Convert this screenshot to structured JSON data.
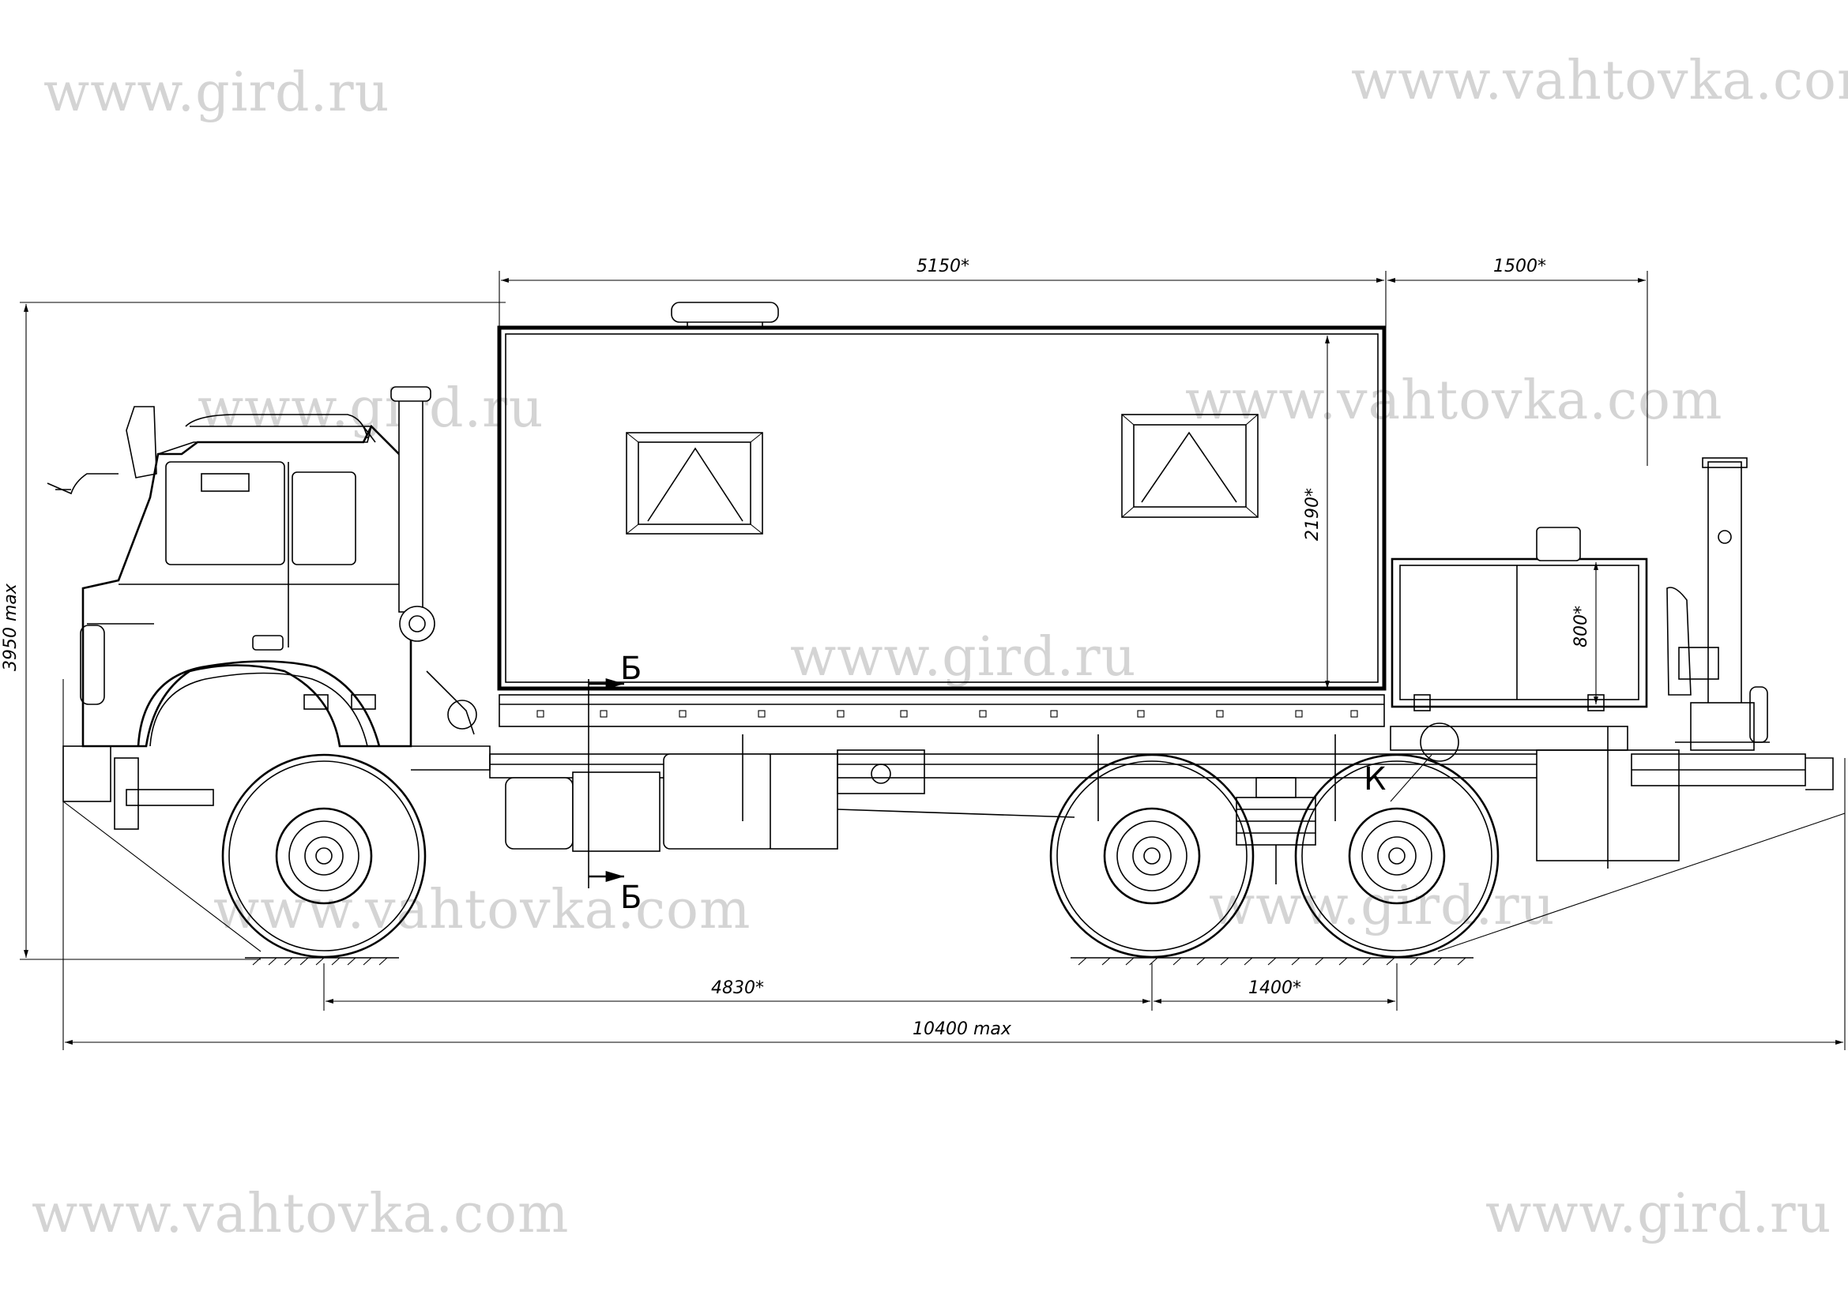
{
  "watermarks": [
    "www.gird.ru",
    "www.vahtovka.com",
    "www.vahtovka.com",
    "www.gird.ru",
    "www.gird.ru",
    "www.vahtovka.com",
    "www.gird.ru",
    "www.vahtovka.com",
    "www.gird.ru"
  ],
  "dimensions": {
    "overall_height": "3950 max",
    "overall_length": "10400 max",
    "body_length": "5150*",
    "rear_overhang": "1500*",
    "body_height": "2190*",
    "box_height": "800*",
    "wheelbase_front": "4830*",
    "wheelbase_rear": "1400*"
  },
  "section_marks": {
    "b_top": "Б",
    "b_bottom": "Б",
    "k": "К"
  }
}
